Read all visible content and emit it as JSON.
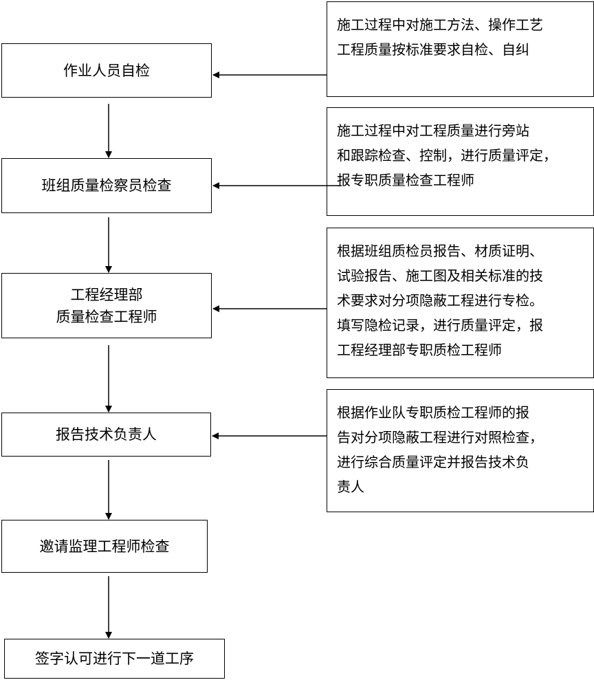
{
  "steps": [
    {
      "lines": [
        "作业人员自检"
      ]
    },
    {
      "lines": [
        "班组质量检察员检查"
      ]
    },
    {
      "lines": [
        "工程经理部",
        "质量检查工程师"
      ]
    },
    {
      "lines": [
        "报告技术负责人"
      ]
    },
    {
      "lines": [
        "邀请监理工程师检查"
      ]
    },
    {
      "lines": [
        "签字认可进行下一道工序"
      ]
    }
  ],
  "notes": [
    {
      "text": "施工过程中对施工方法、操作工艺\n工程质量按标准要求自检、自纠"
    },
    {
      "text": "施工过程中对工程质量进行旁站\n和跟踪检查、控制，进行质量评定，\n报专职质量检查工程师"
    },
    {
      "text": "根据班组质检员报告、材质证明、\n试验报告、施工图及相关标准的技\n术要求对分项隐蔽工程进行专检。\n填写隐检记录，进行质量评定，报\n工程经理部专职质检工程师"
    },
    {
      "text": "根据作业队专职质检工程师的报\n告对分项隐蔽工程进行对照检查，\n进行综合质量评定并报告技术负\n责人"
    }
  ]
}
